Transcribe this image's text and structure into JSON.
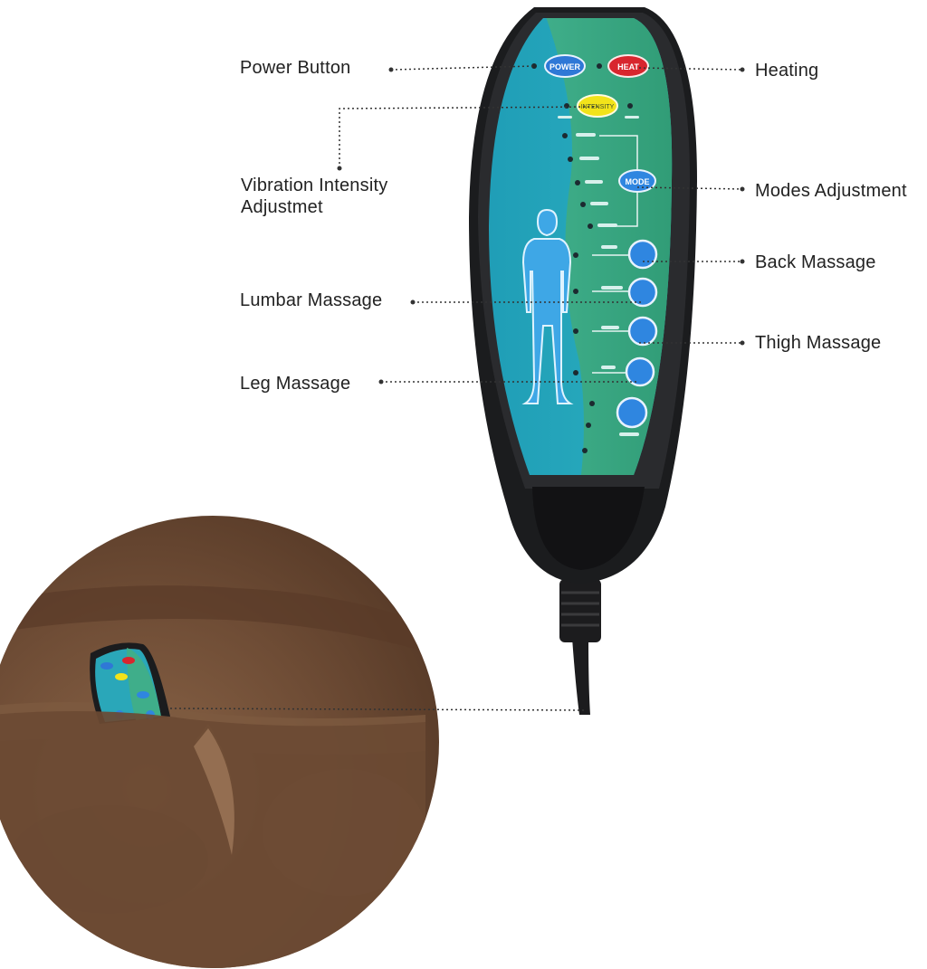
{
  "callouts": {
    "power": "Power Button",
    "heating": "Heating",
    "vibration_line1": "Vibration Intensity",
    "vibration_line2": "Adjustmet",
    "modes": "Modes Adjustment",
    "back": "Back Massage",
    "lumbar": "Lumbar Massage",
    "thigh": "Thigh Massage",
    "leg": "Leg Massage"
  },
  "remote": {
    "power_label": "POWER",
    "heat_label": "HEAT",
    "intensity_label": "INTENSITY",
    "mode_label": "MODE"
  },
  "colors": {
    "remote_body": "#1b1c1e",
    "panel_teal": "#2aa7b9",
    "panel_green": "#3fae8a",
    "power_button": "#2f78d6",
    "heat_button": "#d8262e",
    "intensity_button": "#f2e31a",
    "zone_button": "#2f86e0",
    "fabric": "#6b4a33"
  }
}
